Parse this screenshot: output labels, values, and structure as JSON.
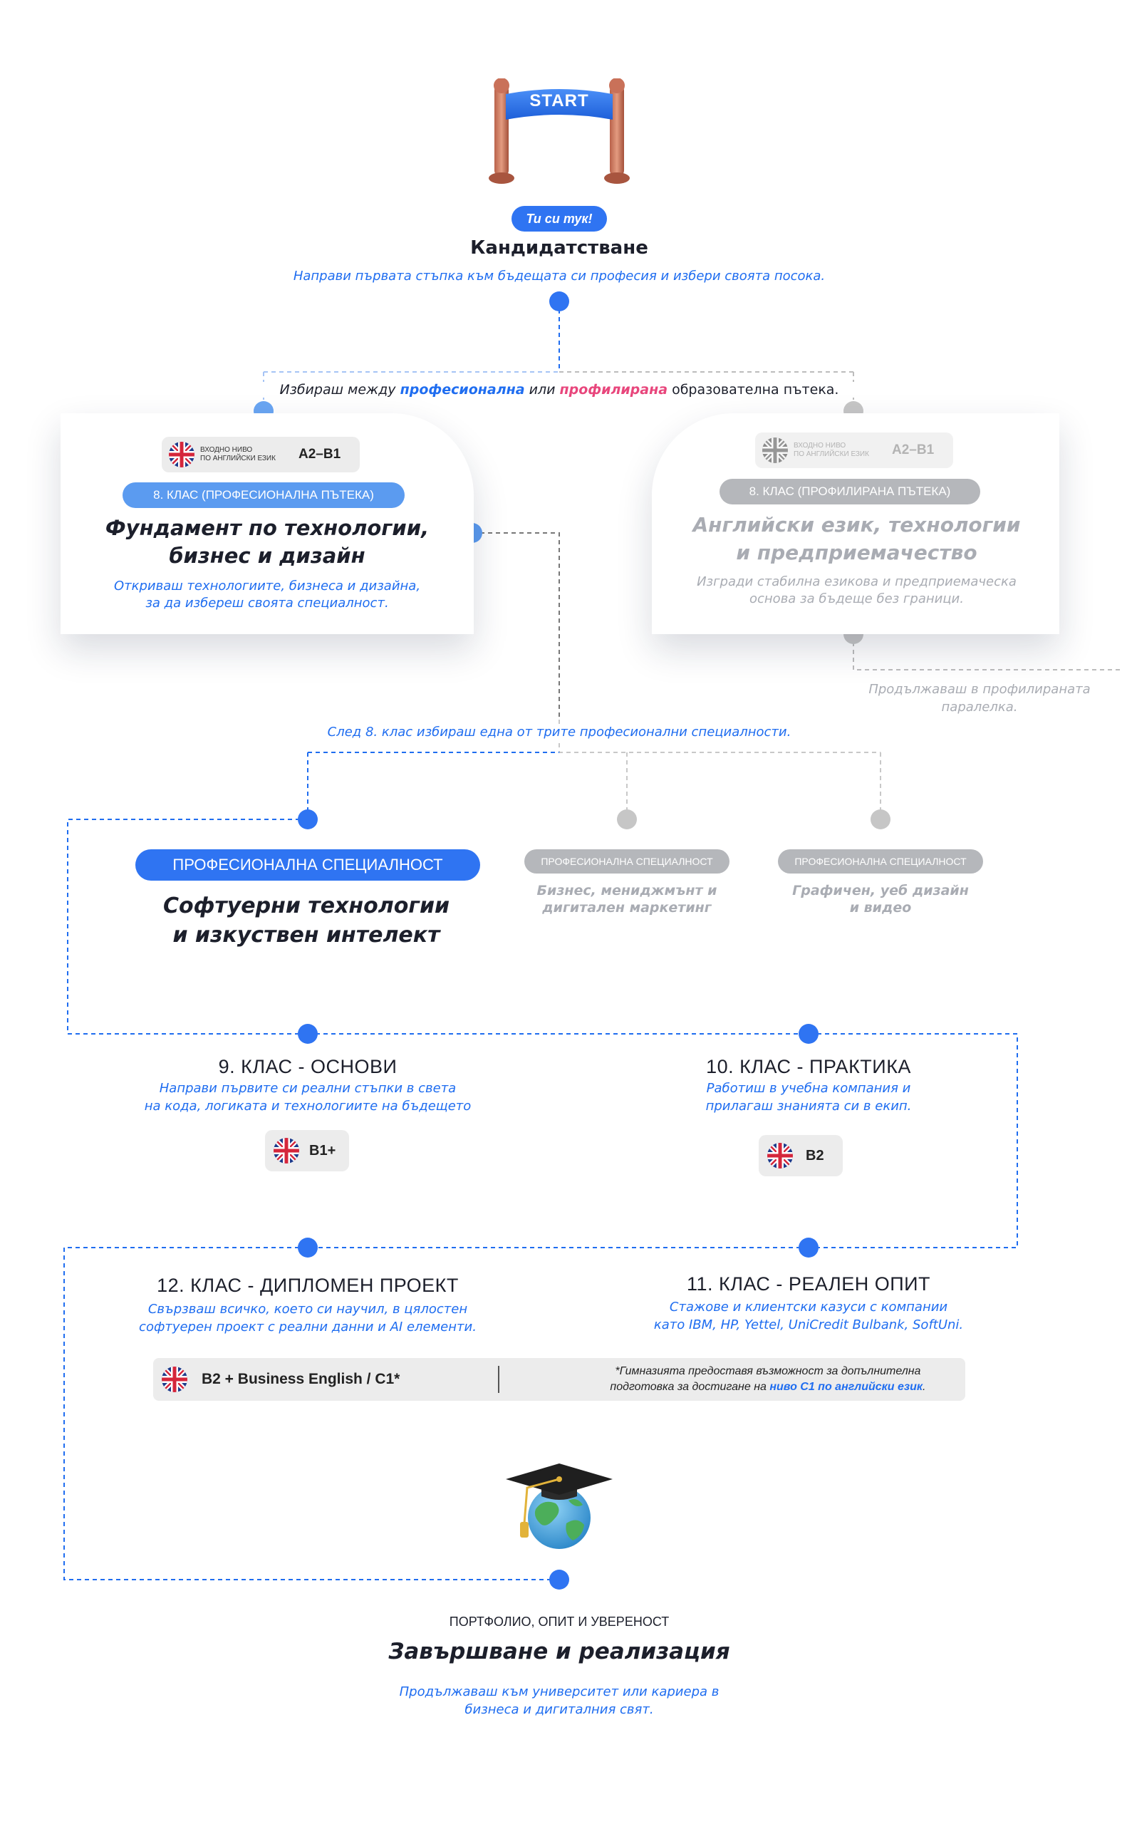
{
  "start": {
    "banner_label": "START",
    "you_are_here": "Ти си тук!",
    "title": "Кандидатстване",
    "subtitle": "Направи първата стъпка към бъдещата си професия и избери своята посока."
  },
  "choice_line": {
    "prefix": "Избираш между",
    "option_a": "професионална",
    "middle": "или",
    "option_b": "профилирана",
    "suffix": "образователна пътека."
  },
  "cards": {
    "left": {
      "badge_small": "ВХОДНО НИВО\nПО АНГЛИЙСКИ ЕЗИК",
      "badge_level": "A2–B1",
      "tag": "8. КЛАС (ПРОФЕСИОНАЛНА ПЪТЕКА)",
      "title": "Фундамент по технологии,\nбизнес и дизайн",
      "text": "Откриваш технологиите, бизнеса и дизайна,\nза да избереш своята специалност."
    },
    "right": {
      "badge_small": "ВХОДНО НИВО\nПО АНГЛИЙСКИ ЕЗИК",
      "badge_level": "A2–B1",
      "tag": "8. КЛАС (ПРОФИЛИРАНА ПЪТЕКА)",
      "title": "Английски език, технологии\nи предприемачество",
      "text": "Изгради стабилна езикова и предприемаческа\nоснова за бъдеще без граници.",
      "continue_note": "Продължаваш в профилираната\nпаралелка."
    }
  },
  "specialties": {
    "intro": "След 8. клас избираш една от трите професионални специалности.",
    "main": {
      "tag": "ПРОФЕСИОНАЛНА СПЕЦИАЛНОСТ",
      "title": "Софтуерни технологии\nи изкуствен интелект"
    },
    "second": {
      "tag": "ПРОФЕСИОНАЛНА СПЕЦИАЛНОСТ",
      "title": "Бизнес, мениджмънт и\nдигитален маркетинг"
    },
    "third": {
      "tag": "ПРОФЕСИОНАЛНА СПЕЦИАЛНОСТ",
      "title": "Графичен, уеб дизайн\nи видео"
    }
  },
  "grades": {
    "g9": {
      "title": "9. КЛАС - ОСНОВИ",
      "text": "Направи първите си реални стъпки в света\nна кода, логиката и технологиите на бъдещето",
      "level": "B1+"
    },
    "g10": {
      "title": "10. КЛАС - ПРАКТИКА",
      "text": "Работиш в учебна компания и\nприлагаш знанията си в екип.",
      "level": "B2"
    },
    "g11": {
      "title": "11. КЛАС - РЕАЛЕН ОПИТ",
      "text": "Стажове и клиентски казуси с компании\nкато IBM, HP, Yettel, UniCredit Bulbank, SoftUni."
    },
    "g12": {
      "title": "12. КЛАС - ДИПЛОМЕН ПРОЕКТ",
      "text": "Свързваш всичко, което си научил, в цялостен\nсофтуерен проект с реални данни и AI елементи."
    }
  },
  "english_bar": {
    "level": "B2 + Business English / C1*",
    "note_part1": "*Гимназията предоставя възможност за допълнителна",
    "note_part2": "подготовка за достигане на",
    "note_highlight": "ниво C1 по английски език",
    "note_end": "."
  },
  "finish": {
    "kicker": "ПОРТФОЛИО, ОПИТ И УВЕРЕНОСТ",
    "title": "Завършване и реализация",
    "text": "Продължаваш към университет или кариера в\nбизнеса и дигиталния свят."
  },
  "colors": {
    "accent_blue": "#1f6df0",
    "pill_blue": "#2f74f2",
    "light_blue": "#5b9bf0",
    "pink": "#e8467c",
    "grey": "#a9acb3",
    "badge_grey": "#ececec"
  },
  "icons": [
    "start-arch-icon",
    "uk-flag-icon",
    "graduation-globe-icon"
  ]
}
